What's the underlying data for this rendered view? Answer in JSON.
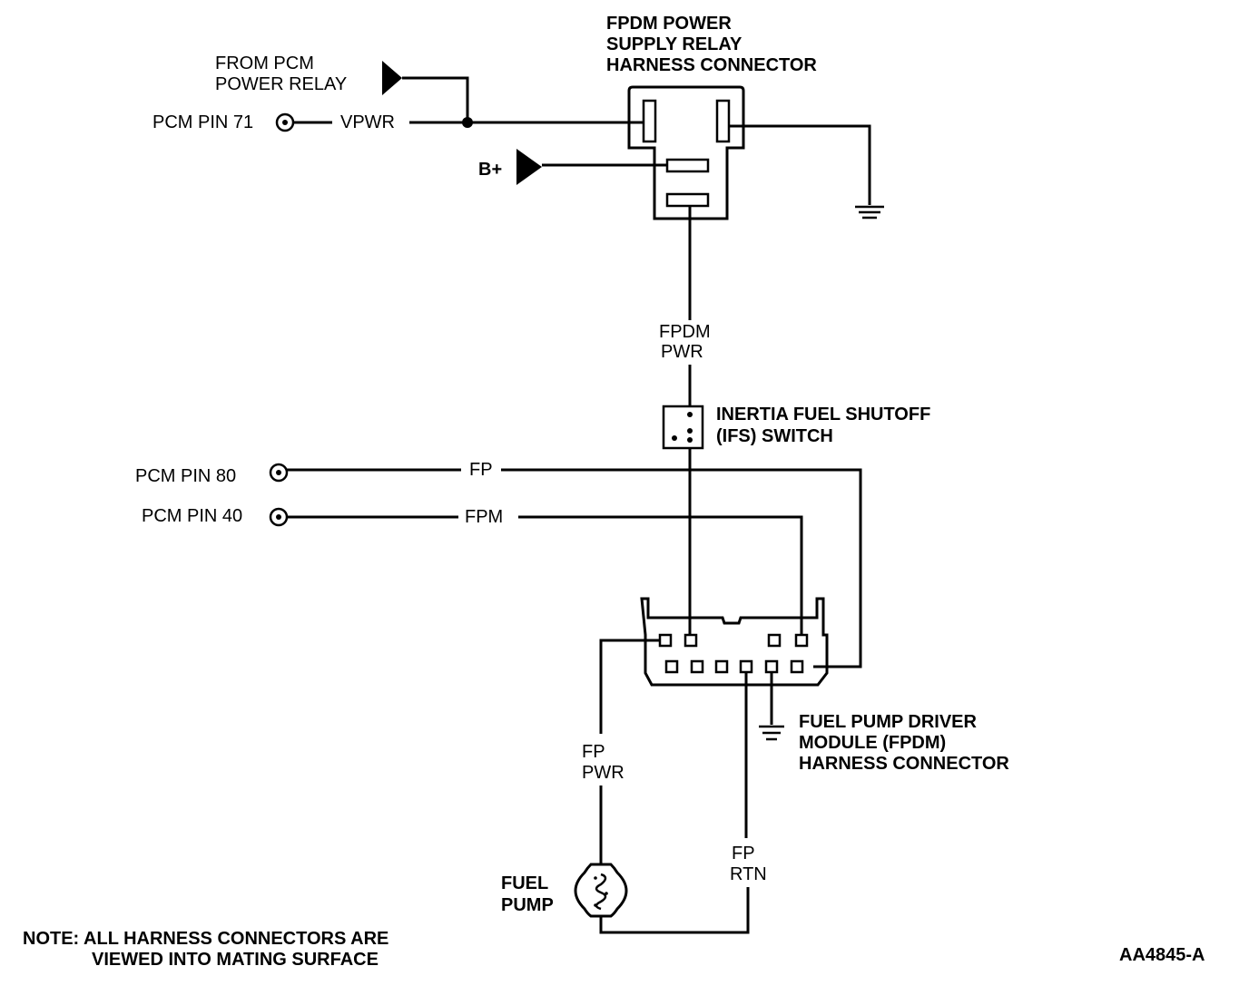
{
  "relay_connector": {
    "title_line1": "FPDM POWER",
    "title_line2": "SUPPLY RELAY",
    "title_line3": "HARNESS CONNECTOR"
  },
  "pcm_power_relay": {
    "line1": "FROM PCM",
    "line2": "POWER RELAY"
  },
  "pcm_pin71": {
    "label": "PCM PIN 71",
    "signal": "VPWR"
  },
  "battery": {
    "label": "B+"
  },
  "fpdm_pwr": {
    "line1": "FPDM",
    "line2": "PWR"
  },
  "ifs_switch": {
    "line1": "INERTIA FUEL SHUTOFF",
    "line2": "(IFS) SWITCH"
  },
  "pcm_pin80": {
    "label": "PCM  PIN 80",
    "signal": "FP"
  },
  "pcm_pin40": {
    "label": "PCM PIN 40",
    "signal": "FPM"
  },
  "fpdm_connector": {
    "line1": "FUEL PUMP DRIVER",
    "line2": "MODULE (FPDM)",
    "line3": "HARNESS CONNECTOR"
  },
  "fp_pwr": {
    "line1": "FP",
    "line2": "PWR"
  },
  "fp_rtn": {
    "line1": "FP",
    "line2": "RTN"
  },
  "fuel_pump": {
    "line1": "FUEL",
    "line2": "PUMP"
  },
  "note": {
    "line1": "NOTE: ALL HARNESS CONNECTORS ARE",
    "line2": "VIEWED INTO MATING SURFACE"
  },
  "figure_id": "AA4845-A"
}
